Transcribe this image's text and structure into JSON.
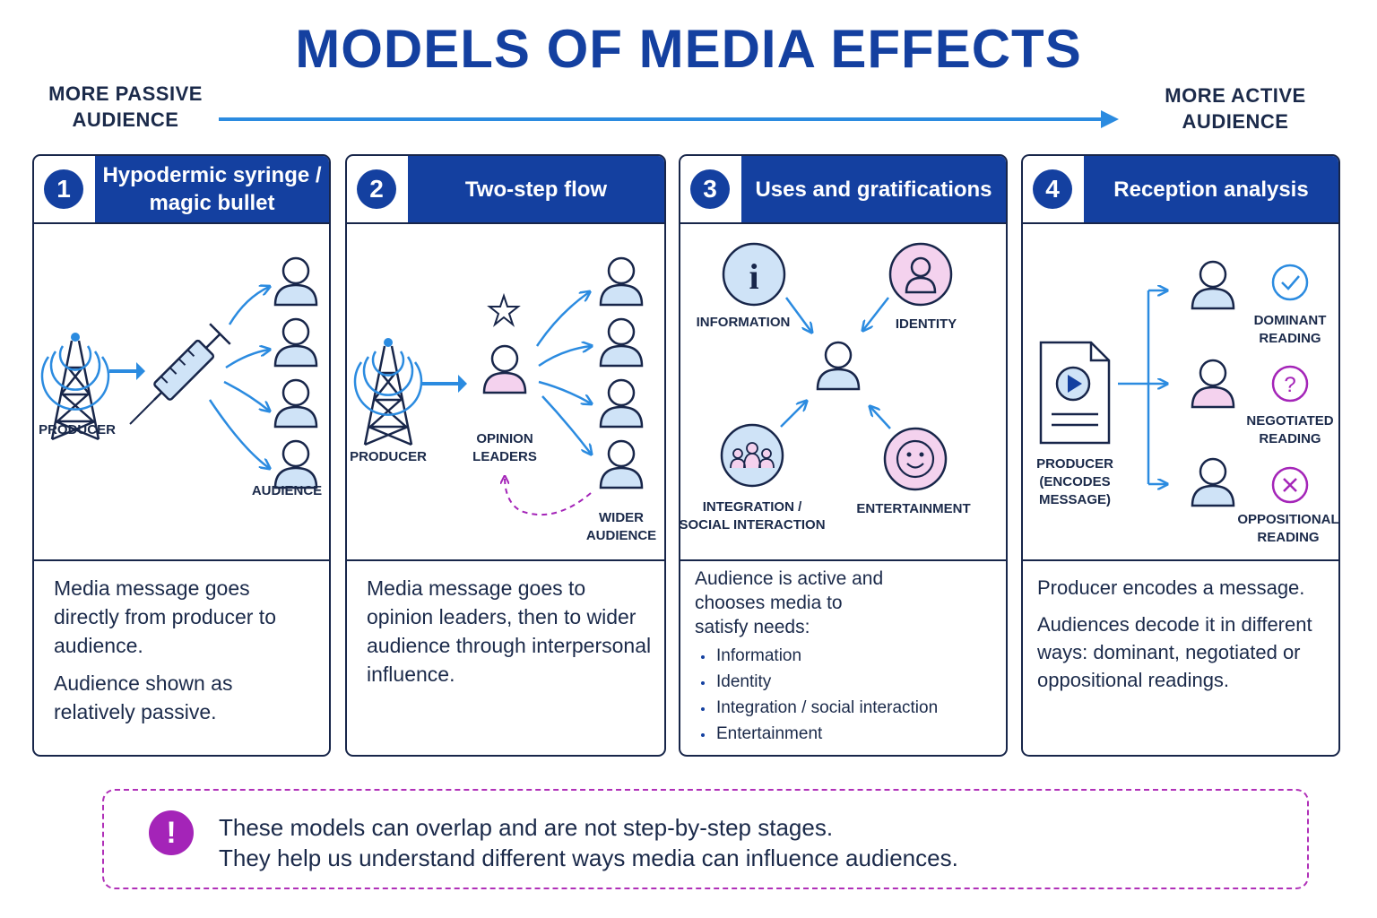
{
  "title": "MODELS OF MEDIA EFFECTS",
  "axis": {
    "left_label": [
      "MORE PASSIVE",
      "AUDIENCE"
    ],
    "right_label": [
      "MORE ACTIVE",
      "AUDIENCE"
    ]
  },
  "colors": {
    "brand_blue": "#1440a0",
    "accent_blue": "#2b8be0",
    "light_blue_fill": "#cfe3f7",
    "pink_fill": "#f4d2ee",
    "purple": "#a424b8"
  },
  "panels": [
    {
      "number": "1",
      "title": [
        "Hypodermic syringe /",
        "magic bullet"
      ],
      "labels": {
        "producer": "PRODUCER",
        "audience": "AUDIENCE"
      },
      "icons": [
        "broadcast-tower-icon",
        "syringe-icon",
        "person-icon"
      ],
      "text": [
        "Media message goes directly from producer to audience.",
        "Audience shown as relatively passive."
      ]
    },
    {
      "number": "2",
      "title": [
        "Two-step flow"
      ],
      "labels": {
        "producer": "PRODUCER",
        "leaders": [
          "OPINION",
          "LEADERS"
        ],
        "wider": [
          "WIDER",
          "AUDIENCE"
        ]
      },
      "icons": [
        "broadcast-tower-icon",
        "star-icon",
        "person-icon"
      ],
      "text": [
        "Media message goes to opinion leaders, then to wider audience through interpersonal influence."
      ]
    },
    {
      "number": "3",
      "title": [
        "Uses and gratifications"
      ],
      "labels": {
        "information": "INFORMATION",
        "identity": "IDENTITY",
        "integration": [
          "INTEGRATION /",
          "SOCIAL INTERACTION"
        ],
        "entertainment": "ENTERTAINMENT"
      },
      "icons": [
        "info-icon",
        "identity-icon",
        "group-icon",
        "smiley-icon"
      ],
      "intro": [
        "Audience is active and",
        "chooses media to",
        "satisfy needs:"
      ],
      "bullets": [
        "Information",
        "Identity",
        "Integration / social interaction",
        "Entertainment"
      ]
    },
    {
      "number": "4",
      "title": [
        "Reception analysis"
      ],
      "labels": {
        "producer": [
          "PRODUCER",
          "(ENCODES",
          "MESSAGE)"
        ],
        "dominant": [
          "DOMINANT",
          "READING"
        ],
        "negotiated": [
          "NEGOTIATED",
          "READING"
        ],
        "oppositional": [
          "OPPOSITIONAL",
          "READING"
        ]
      },
      "icons": [
        "document-play-icon",
        "check-icon",
        "question-icon",
        "cross-icon"
      ],
      "text": [
        "Producer encodes a message.",
        "Audiences decode it in different ways: dominant, negotiated or oppositional readings."
      ]
    }
  ],
  "note": {
    "icon": "exclamation-icon",
    "lines": [
      "These models can overlap and are not step-by-step stages.",
      "They help us understand different ways media can influence audiences."
    ]
  }
}
